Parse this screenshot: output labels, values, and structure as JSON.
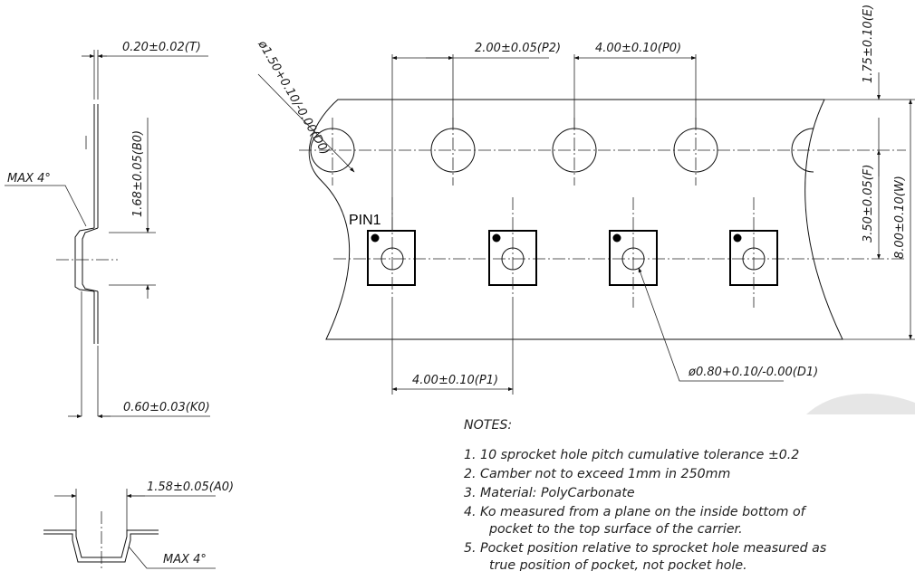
{
  "diagram": {
    "side_view": {
      "thickness_label": "0.20±0.02(T)",
      "b0_label": "1.68±0.05(B0)",
      "draft_angle_label": "MAX  4°",
      "k0_label": "0.60±0.03(K0)"
    },
    "tape_view": {
      "d0_label": "ø1.50+0.10/-0.00(D0)",
      "p2_label": "2.00±0.05(P2)",
      "p0_label": "4.00±0.10(P0)",
      "e_label": "1.75±0.10(E)",
      "f_label": "3.50±0.05(F)",
      "w_label": "8.00±0.10(W)",
      "pin1_label": "PIN1",
      "p1_label": "4.00±0.10(P1)",
      "d1_label": "ø0.80+0.10/-0.00(D1)"
    },
    "pocket_section": {
      "a0_label": "1.58±0.05(A0)",
      "draft_angle_label": "MAX  4°"
    }
  },
  "notes": {
    "heading": "NOTES:",
    "items": [
      "1.  10  sprocket  hole  pitch  cumulative  tolerance  ±0.2",
      "2.  Camber  not  to  exceed  1mm  in  250mm",
      "3.  Material:  PolyCarbonate",
      "4.  Ko  measured  from  a  plane  on  the  inside  bottom  of",
      "pocket  to  the  top  surface  of  the  carrier.",
      "5.  Pocket  position  relative  to  sprocket  hole  measured  as",
      "true  position  of  pocket,  not  pocket  hole."
    ]
  }
}
